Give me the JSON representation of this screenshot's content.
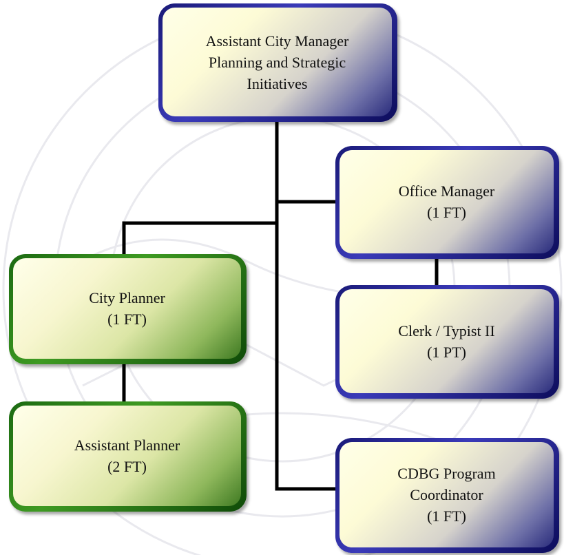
{
  "colors": {
    "line": "#000000",
    "blue_border": "#1a1a78",
    "green_border": "#2a7a18",
    "blue_fill": "#fdfbd6",
    "green_fill": "#f7f6cf",
    "watermark": "#e9e9ee"
  },
  "nodes": {
    "acm": {
      "lines": [
        "Assistant City Manager",
        "Planning and Strategic",
        "Initiatives"
      ]
    },
    "office_manager": {
      "lines": [
        "Office Manager",
        "(1 FT)"
      ]
    },
    "city_planner": {
      "lines": [
        "City Planner",
        "(1 FT)"
      ]
    },
    "clerk": {
      "lines": [
        "Clerk / Typist II",
        "(1 PT)"
      ]
    },
    "assistant_planner": {
      "lines": [
        "Assistant Planner",
        "(2 FT)"
      ]
    },
    "cdbg": {
      "lines": [
        "CDBG Program",
        "Coordinator",
        "(1 FT)"
      ]
    }
  }
}
